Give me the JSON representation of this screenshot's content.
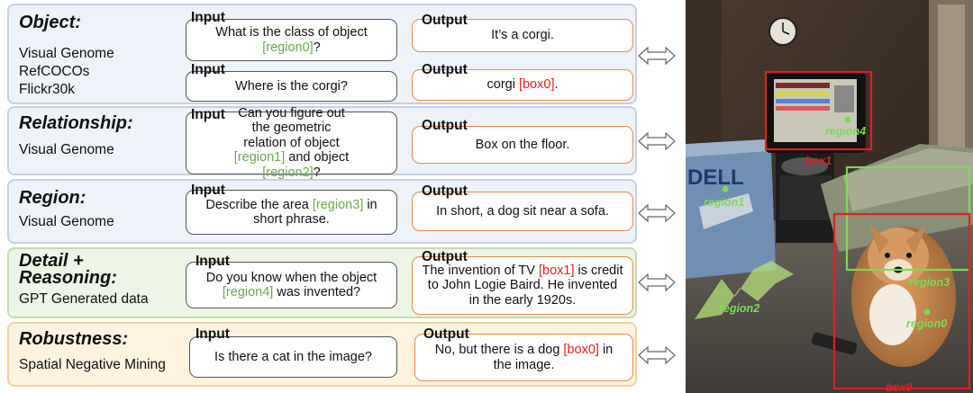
{
  "rows": [
    {
      "title": "Object:",
      "sources": [
        "Visual Genome",
        "RefCOCOs",
        "Flickr30k"
      ],
      "pairs": [
        {
          "input_label": "Input",
          "input": [
            "What is the class of object ",
            "[region0]",
            "?"
          ],
          "output_label": "Output",
          "output": [
            "It’s a corgi."
          ]
        },
        {
          "input_label": "Input",
          "input": [
            "Where is the corgi?"
          ],
          "output_label": "Output",
          "output": [
            "corgi ",
            "[box0]",
            "."
          ]
        }
      ]
    },
    {
      "title": "Relationship:",
      "sources": [
        "Visual Genome"
      ],
      "pairs": [
        {
          "input_label": "Input",
          "input": [
            "Can you figure out the geometric relation of object ",
            "[region1]",
            " and object ",
            "[region2]",
            "?"
          ],
          "output_label": "Output",
          "output": [
            "Box on the floor."
          ]
        }
      ]
    },
    {
      "title": "Region:",
      "sources": [
        "Visual Genome"
      ],
      "pairs": [
        {
          "input_label": "Input",
          "input": [
            "Describe the area ",
            "[region3]",
            " in short phrase."
          ],
          "output_label": "Output",
          "output": [
            "In short, a dog sit near a sofa."
          ]
        }
      ]
    },
    {
      "title": "Detail + Reasoning:",
      "sources": [
        "GPT Generated data"
      ],
      "pairs": [
        {
          "input_label": "Input",
          "input": [
            "Do you know when the object ",
            "[region4]",
            " was invented?"
          ],
          "output_label": "Output",
          "output": [
            "The invention of TV ",
            "[box1]",
            " is credit to John Logie Baird. He invented in the early 1920s."
          ]
        }
      ]
    },
    {
      "title": "Robustness:",
      "sources": [
        "Spatial Negative Mining"
      ],
      "pairs": [
        {
          "input_label": "Input",
          "input": [
            "Is there a cat in the image?"
          ],
          "output_label": "Output",
          "output": [
            "No, but there is a dog ",
            "[box0]",
            " in the image."
          ]
        }
      ]
    }
  ],
  "image_labels": {
    "box1": "box1",
    "box0": "box0",
    "region0": "region0",
    "region1": "region1",
    "region2": "region2",
    "region3": "region3",
    "region4": "region4",
    "brand": "DELL"
  },
  "colors": {
    "region": "#7ed957",
    "box": "#e02020",
    "output_border": "#e8894d"
  }
}
